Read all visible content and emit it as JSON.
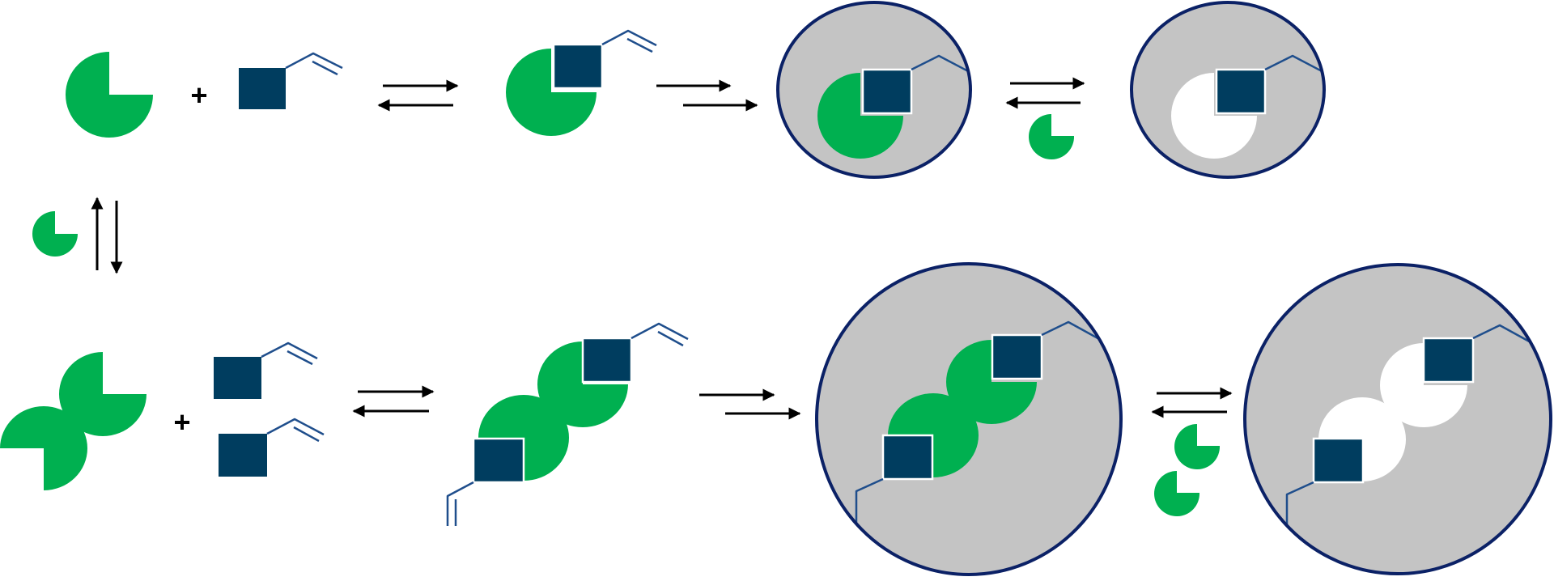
{
  "colors": {
    "template_green": "#00B050",
    "monomer_navy": "#003D5F",
    "vinyl_blue": "#1F4E8C",
    "particle_gray": "#C4C4C4",
    "particle_outline": "#0B2166",
    "cavity_white": "#FFFFFF",
    "arrow_black": "#000000",
    "background": "#FFFFFF"
  },
  "symbols": {
    "plus": "+"
  },
  "diagram": {
    "rows": [
      "single-template-imprinting",
      "dimer-template-imprinting"
    ],
    "steps": [
      "template-plus-monomer",
      "pre-polymerization-complex",
      "polymerized-particle",
      "template-removal-cavity"
    ]
  }
}
